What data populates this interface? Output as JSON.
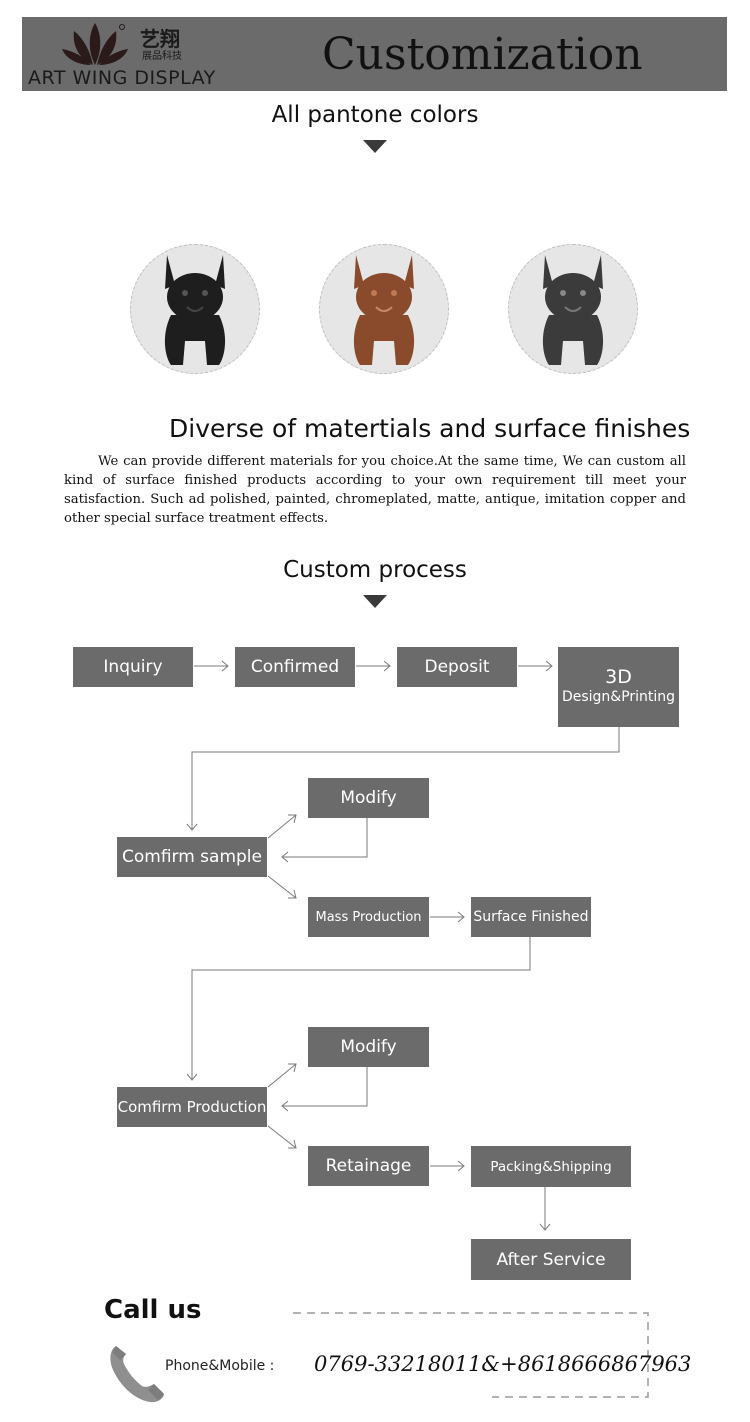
{
  "header": {
    "brand_cn": "艺翔",
    "brand_cn_sub": "展品科技",
    "brand_en": "ART WING DISPLAY",
    "title": "Customization",
    "colors": {
      "bar": "#6b6b6b"
    }
  },
  "colors_section": {
    "title": "All pantone colors",
    "swatches": [
      {
        "finish": "black",
        "color": "#1e1e1e"
      },
      {
        "finish": "copper",
        "color": "#8a4a2c"
      },
      {
        "finish": "gunmetal",
        "color": "#3b3b3b"
      }
    ]
  },
  "materials": {
    "title": "Diverse of matertials and surface finishes",
    "body": "We can provide different materials for you choice.At the same time, We can custom all kind of surface finished products according to your own requirement till meet your satisfaction. Such ad polished, painted, chromeplated, matte, antique, imitation copper and other special surface treatment effects."
  },
  "process": {
    "title": "Custom process",
    "steps": {
      "inquiry": "Inquiry",
      "confirmed": "Confirmed",
      "deposit": "Deposit",
      "design_line1": "3D",
      "design_line2": "Design&Printing",
      "confirm_sample": "Comfirm sample",
      "modify_1": "Modify",
      "mass_production": "Mass Production",
      "surface_finished": "Surface Finished",
      "confirm_production": "Comfirm Production",
      "modify_2": "Modify",
      "retainage": "Retainage",
      "packing_shipping": "Packing&Shipping",
      "after_service": "After Service"
    },
    "colors": {
      "box": "#6b6b6b",
      "line": "#7a7a7a"
    }
  },
  "contact": {
    "title": "Call us",
    "phone_label": "Phone&Mobile :",
    "phone_number": "0769-33218011&+8618666867963",
    "icon": "phone-icon"
  }
}
